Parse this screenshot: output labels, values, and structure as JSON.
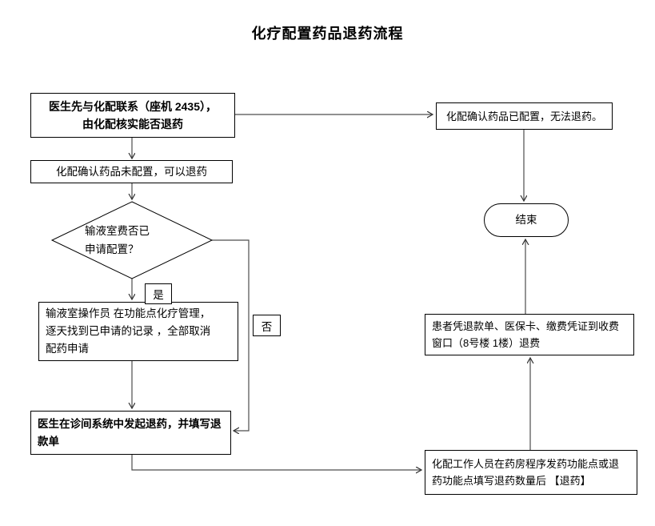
{
  "title": "化疗配置药品退药流程",
  "colors": {
    "background": "#ffffff",
    "line": "#4d4d4d",
    "border": "#000000",
    "text": "#000000"
  },
  "nodes": {
    "contact": {
      "text": "医生先与化配联系（座机 2435），\n由化配核实能否退药"
    },
    "not_prepared": {
      "text": "化配确认药品未配置，可以退药"
    },
    "decision": {
      "text": "输液室费否已\n申请配置？"
    },
    "cancel_request": {
      "text": "输液室操作员 在功能点化疗管理，\n逐天找到已申请的记录 ，全部取消\n配药申请"
    },
    "doctor_refund": {
      "text": "医生在诊间系统中发起退药，并填写退\n款单"
    },
    "prepared": {
      "text": "化配确认药品已配置，无法退药。"
    },
    "end": {
      "text": "结束"
    },
    "patient_refund": {
      "text": "患者凭退款单、医保卡、缴费凭证到收费\n窗口（8号楼 1楼）退费"
    },
    "pharmacy_return": {
      "text": "化配工作人员在药房程序发药功能点或退\n药功能点填写退药数量后 【退药】"
    }
  },
  "labels": {
    "yes": "是",
    "no": "否"
  }
}
